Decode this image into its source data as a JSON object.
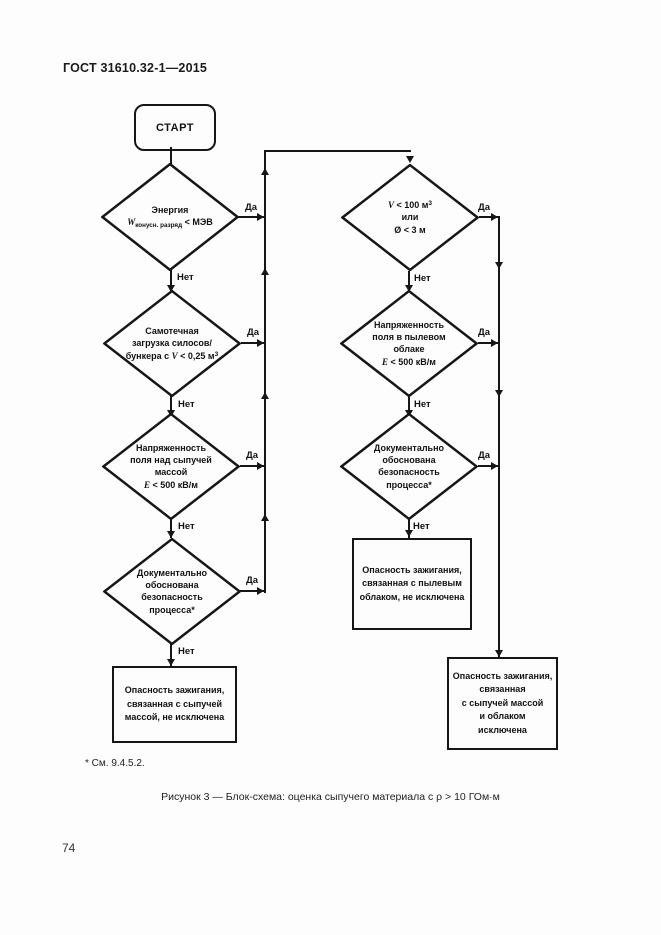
{
  "page": {
    "header_title": "ГОСТ 31610.32-1—2015",
    "footnote": "* См. 9.4.5.2.",
    "caption": "Рисунок 3 — Блок-схема: оценка сыпучего материала с ρ > 10 ГОм·м",
    "page_number": "74"
  },
  "flowchart": {
    "start": "СТАРТ",
    "yes": "Да",
    "no": "Нет",
    "d1": {
      "l1": "Энергия",
      "w": "W",
      "w_sub": "конусн. разряд",
      "cmp": " < МЭВ"
    },
    "d2": {
      "l1": "Самотечная",
      "l2": "загрузка силосов/",
      "l3a": "бункера с ",
      "v": "V",
      "l3b": " < 0,25 м",
      "sup": "3"
    },
    "d3": {
      "l1": "Напряженность",
      "l2": "поля над сыпучей",
      "l3": "массой",
      "e": "E",
      "e_rest": " < 500 кВ/м"
    },
    "d4": {
      "l1": "Документально",
      "l2": "обоснована",
      "l3": "безопасность",
      "l4": "процесса*"
    },
    "d5": {
      "v": "V",
      "l1b": " < 100 м",
      "sup": "3",
      "l2": "или",
      "l3": "Ø < 3 м"
    },
    "d6": {
      "l1": "Напряженность",
      "l2": "поля в пылевом",
      "l3": "облаке",
      "e": "E",
      "e_rest": " < 500 кВ/м"
    },
    "d7": {
      "l1": "Документально",
      "l2": "обоснована",
      "l3": "безопасность",
      "l4": "процесса*"
    },
    "r1": {
      "l1": "Опасность зажигания,",
      "l2": "связанная с сыпучей",
      "l3": "массой, не исключена"
    },
    "r2": {
      "l1": "Опасность зажигания,",
      "l2": "связанная с пылевым",
      "l3": "облаком, не исключена"
    },
    "r3": {
      "l1": "Опасность зажигания,",
      "l2": "связанная",
      "l3": "с сыпучей массой",
      "l4": "и облаком",
      "l5": "исключена"
    }
  }
}
